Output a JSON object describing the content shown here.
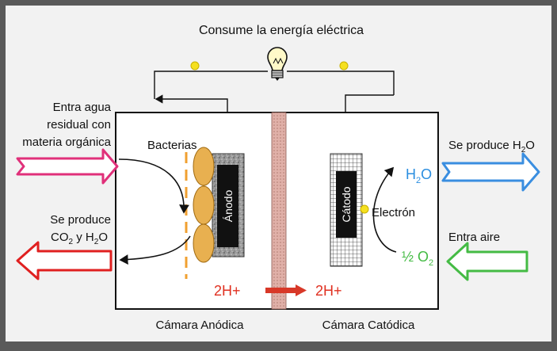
{
  "title": "Consume la energía eléctrica",
  "left": {
    "inflow_lines": [
      "Entra agua",
      "residual con",
      "materia orgánica"
    ],
    "outflow_line1": "Se produce",
    "outflow_line2": {
      "prefix": "CO",
      "sub1": "2",
      "mid": " y H",
      "sub2": "2",
      "suffix": "O"
    }
  },
  "right": {
    "outflow": {
      "prefix": "Se produce H",
      "sub": "2",
      "suffix": "O"
    },
    "inflow": "Entra aire",
    "h2o": {
      "prefix": "H",
      "sub": "2",
      "suffix": "O"
    },
    "o2": {
      "prefix": "½ O",
      "sub": "2"
    }
  },
  "labels": {
    "bacteria": "Bacterias",
    "anode": "Ánodo",
    "cathode": "Cátodo",
    "electron": "Electrón",
    "proton_left": "2H+",
    "proton_right": "2H+",
    "anodic_chamber": "Cámara Anódica",
    "cathodic_chamber": "Cámara Catódica"
  },
  "colors": {
    "inflow_water": "#e0307a",
    "outflow_co2": "#e02020",
    "outflow_h2o": "#3a8ee0",
    "inflow_air": "#44bb44",
    "h2o_text": "#2a8ee0",
    "o2_text": "#44bb44",
    "protons": "#e03020",
    "bacteria": "#e8b050",
    "dashed_line": "#f0a030",
    "membrane": "#e0b0a8",
    "node": "#f5e020"
  },
  "icons": {
    "bulb": "light-bulb-icon",
    "anode": "anode-electrode",
    "cathode": "cathode-electrode",
    "membrane": "proton-exchange-membrane"
  }
}
